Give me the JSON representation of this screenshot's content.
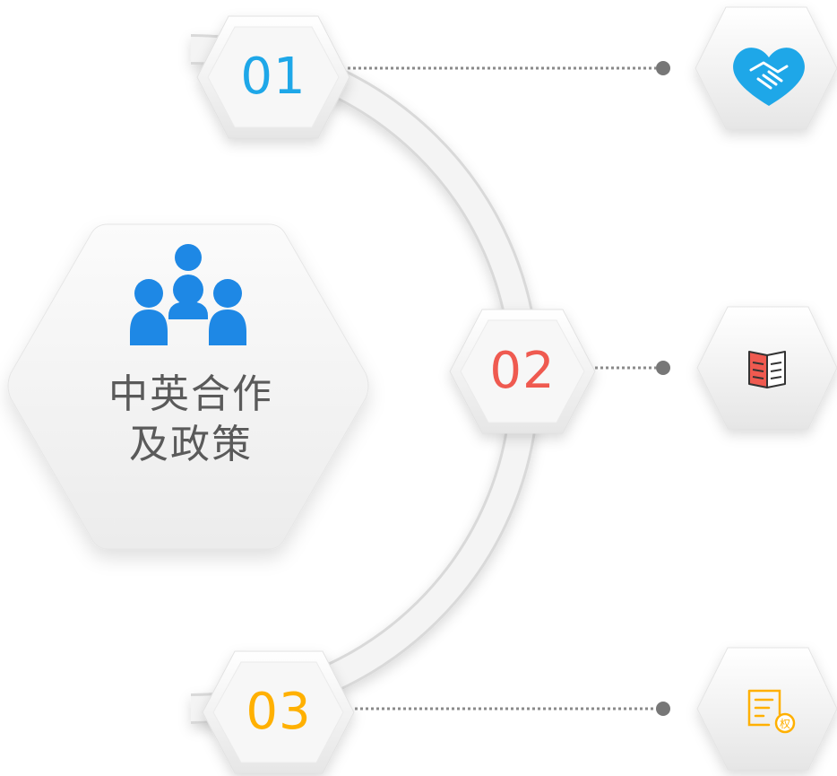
{
  "center_card": {
    "icon": "people-group-icon",
    "title_line1": "中英合作",
    "title_line2": "及政策"
  },
  "steps": [
    {
      "number": "01",
      "color": "#1ea7e8",
      "icon": "heart-handshake-icon",
      "icon_color": "#1ea7e8"
    },
    {
      "number": "02",
      "color": "#ef5a50",
      "icon": "open-book-icon",
      "icon_color": "#ef5a50"
    },
    {
      "number": "03",
      "color": "#ffb000",
      "icon": "rights-document-icon",
      "icon_color": "#ffb000"
    }
  ],
  "colors": {
    "people_icon": "#1e88e5",
    "connector": "#8a8a8a",
    "hex_fill": "#f3f3f3",
    "arc": "#f2f2f2"
  }
}
